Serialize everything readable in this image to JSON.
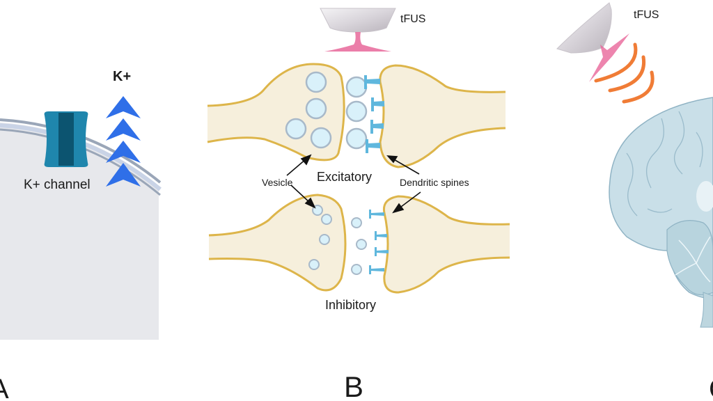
{
  "panels": {
    "a": {
      "letter": "A",
      "ion_label": "K+",
      "channel_label": "K+ channel",
      "colors": {
        "cell": "#e7e8ec",
        "membrane": "#9aa6b8",
        "membrane_inner": "#c9d3e6",
        "channel": "#1f86ad",
        "channel_pore": "#0c5470",
        "arrows": "#2f6fe8"
      }
    },
    "b": {
      "letter": "B",
      "tfus_label": "tFUS",
      "excitatory_label": "Excitatory",
      "inhibitory_label": "Inhibitory",
      "vesicle_label": "Vesicle",
      "spines_label": "Dendritic spines",
      "colors": {
        "neuron_fill": "#f6efdc",
        "neuron_stroke": "#ddb54a",
        "vesicle_fill": "#d9f1fa",
        "vesicle_stroke": "#a8b9c9",
        "spine": "#5fb7dd",
        "beam": "#e8679a"
      }
    },
    "c": {
      "letter": "C",
      "tfus_label": "tFUS",
      "colors": {
        "brain": "#c9dfe8",
        "brain_stroke": "#8fb3c4",
        "waves": "#f07c36"
      }
    }
  }
}
